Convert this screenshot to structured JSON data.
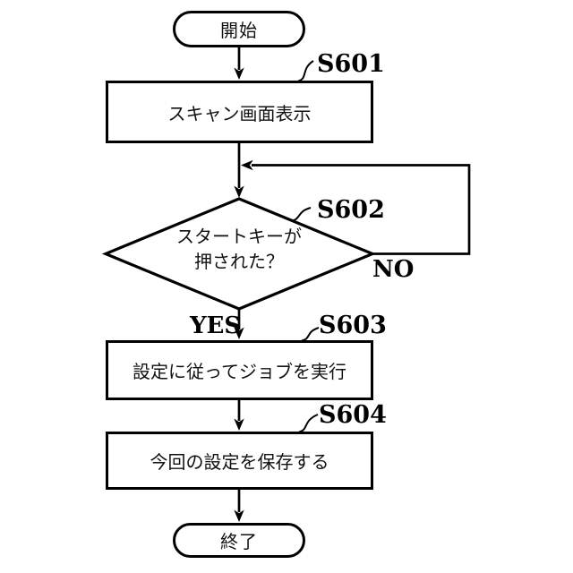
{
  "figure": {
    "background": "#ffffff",
    "line_color": "#000000",
    "nodes": {
      "start": {
        "type": "terminator",
        "text": "開始"
      },
      "s601": {
        "step": "S601",
        "type": "process",
        "text": "スキャン画面表示"
      },
      "s602": {
        "step": "S602",
        "type": "decision",
        "text_line1": "スタートキーが",
        "text_line2": "押された？"
      },
      "s603": {
        "step": "S603",
        "type": "process",
        "text": "設定に従ってジョブを実行"
      },
      "s604": {
        "step": "S604",
        "type": "predefined_process",
        "text": "今回の設定を保存する"
      },
      "end": {
        "type": "terminator",
        "text": "終了"
      }
    },
    "branch_labels": {
      "yes": "YES",
      "no": "NO"
    }
  }
}
